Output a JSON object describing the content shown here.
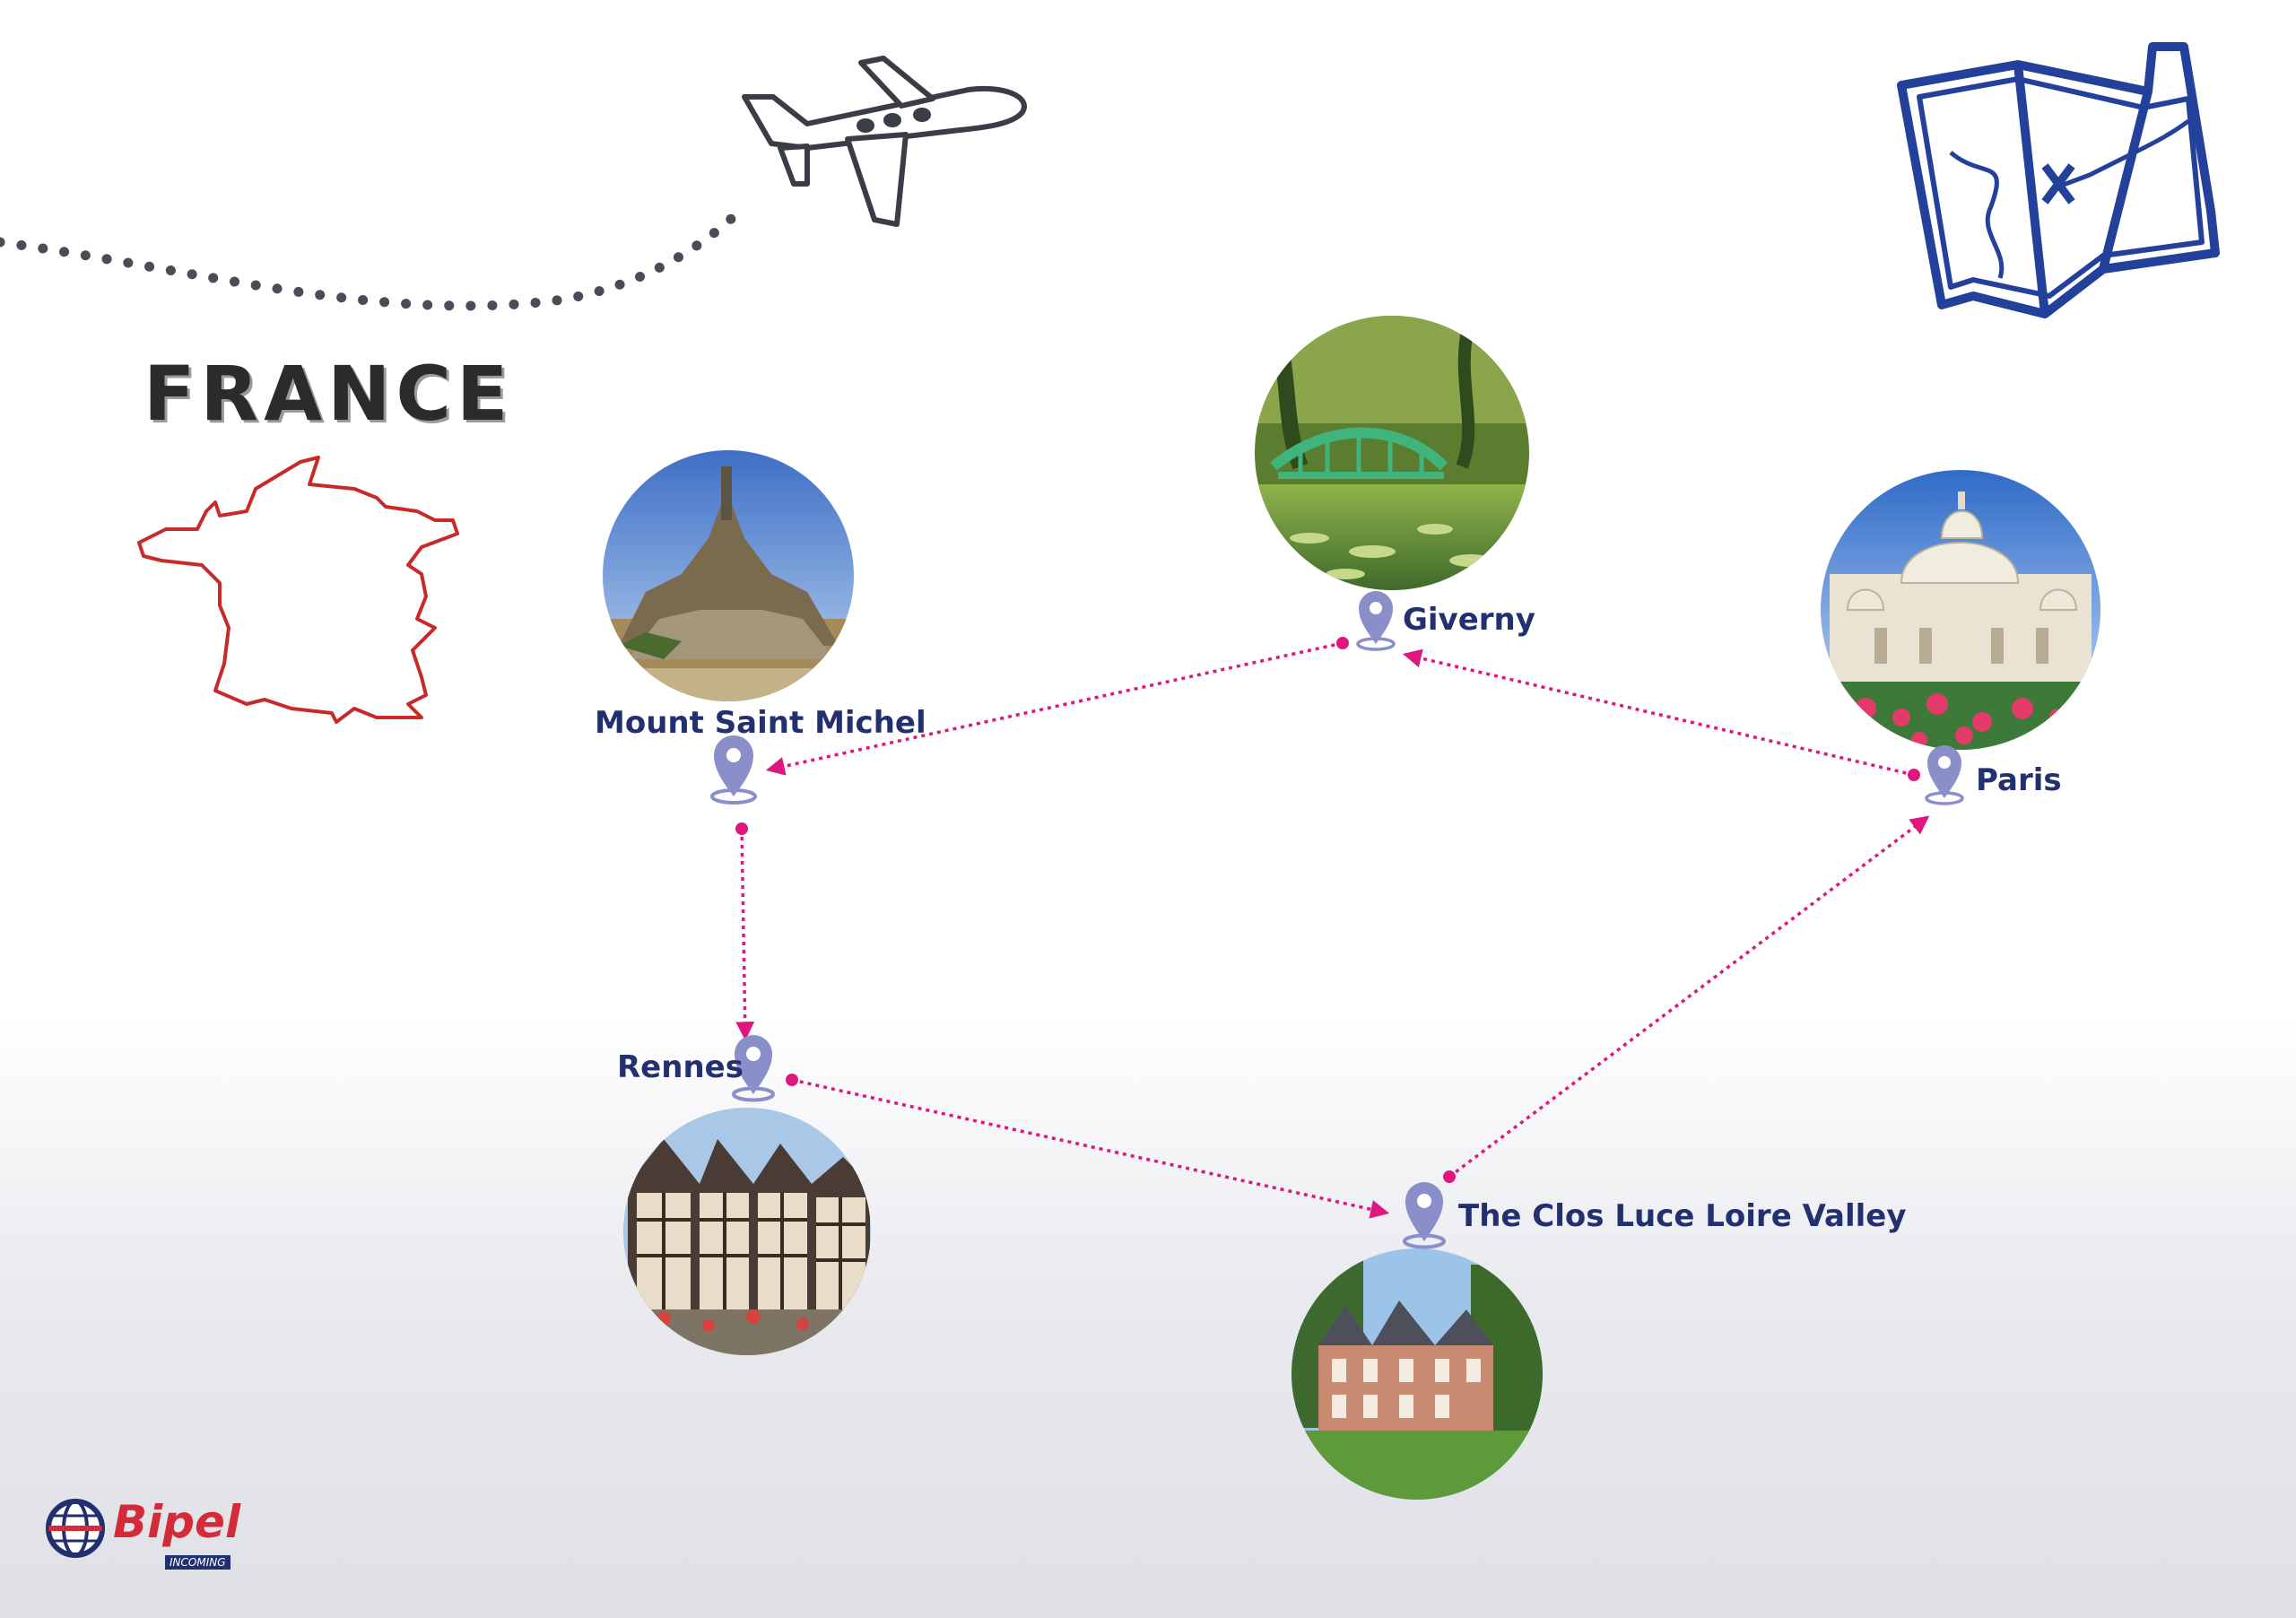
{
  "title": "FRANCE",
  "colors": {
    "route": "#e0167f",
    "label": "#23306f",
    "pin": "#8a8fc9",
    "france_outline": "#c82a2a",
    "map_icon": "#23409a"
  },
  "route": [
    {
      "from": "Giverny",
      "to": "Mount Saint Michel"
    },
    {
      "from": "Paris",
      "to": "Giverny"
    },
    {
      "from": "Mount Saint Michel",
      "to": "Rennes"
    },
    {
      "from": "Rennes",
      "to": "The Clos Luce Loire Valley"
    },
    {
      "from": "The Clos Luce Loire Valley",
      "to": "Paris"
    }
  ],
  "places": [
    {
      "name": "Mount Saint Michel",
      "photo": "mont-saint-michel-abbey-photo"
    },
    {
      "name": "Giverny",
      "photo": "japanese-bridge-pond-photo"
    },
    {
      "name": "Paris",
      "photo": "sacre-coeur-basilica-photo"
    },
    {
      "name": "Rennes",
      "photo": "half-timbered-houses-photo"
    },
    {
      "name": "The Clos Luce Loire Valley",
      "photo": "clos-luce-chateau-photo"
    }
  ],
  "logo": {
    "name": "Bipel",
    "sub": "INCOMING"
  }
}
